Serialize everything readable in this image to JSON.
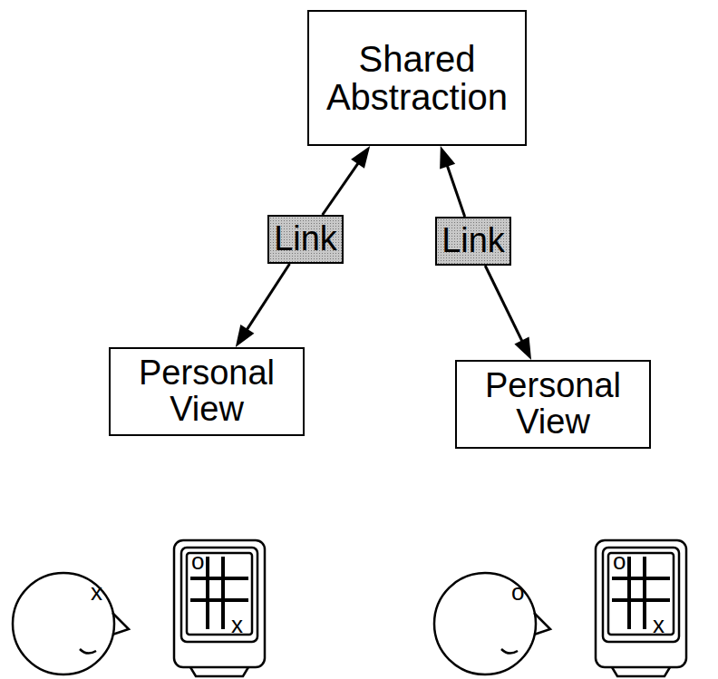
{
  "diagram": {
    "nodes": [
      {
        "text": [
          "Shared Abstraction"
        ]
      },
      {
        "text": [
          "Link"
        ]
      },
      {
        "text": [
          "Personal View"
        ]
      },
      {
        "text": [
          "Link"
        ]
      },
      {
        "text": [
          "Personal View"
        ]
      }
    ],
    "edges": [
      {
        "from": 1,
        "to": 0,
        "arrow": "to"
      },
      {
        "from": 1,
        "to": 2,
        "arrow": "to"
      },
      {
        "from": 3,
        "to": 0,
        "arrow": "to"
      },
      {
        "from": 3,
        "to": 4,
        "arrow": "to"
      }
    ],
    "labels": [
      "x",
      "o",
      "x",
      "o",
      "o",
      "x"
    ]
  }
}
